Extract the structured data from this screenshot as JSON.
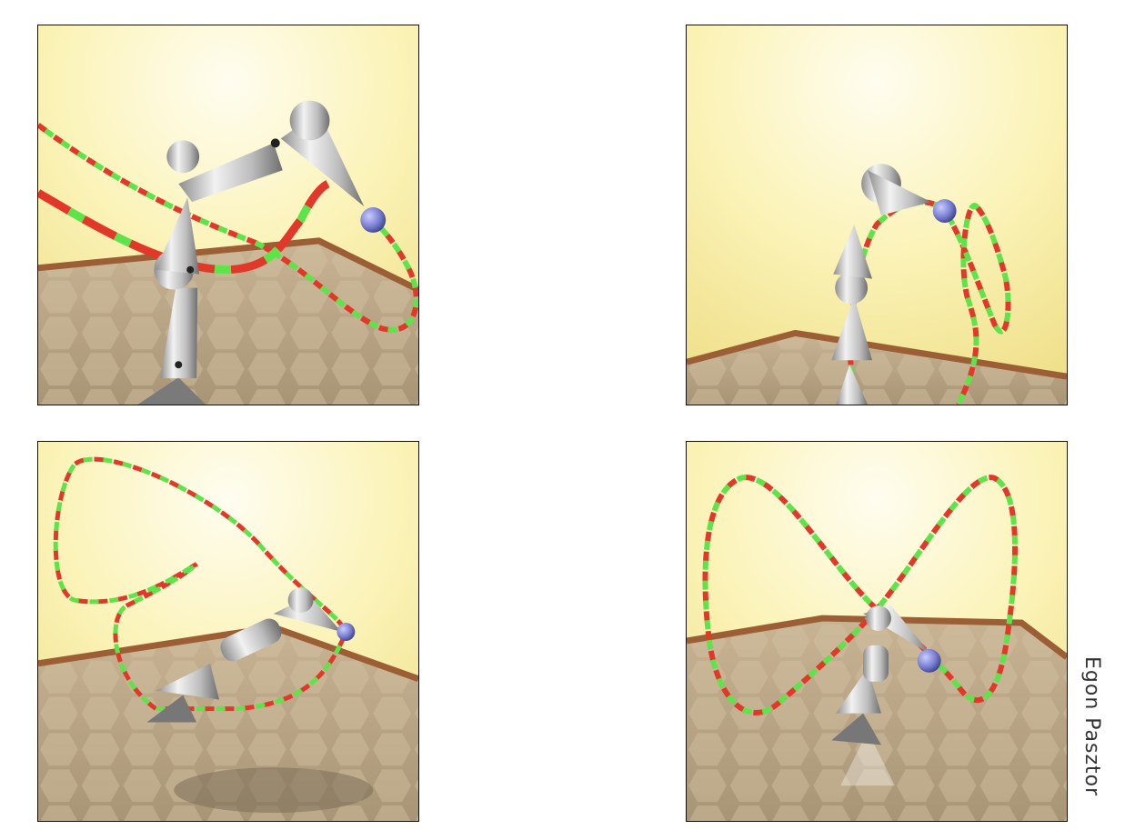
{
  "panels": [
    {
      "id": "render-top-left"
    },
    {
      "id": "render-top-right"
    },
    {
      "id": "render-bottom-left"
    },
    {
      "id": "render-bottom-right"
    }
  ],
  "credit": "Egon Pasztor",
  "colors": {
    "wall_light": "#fffbe0",
    "wall_mid": "#f6eea0",
    "floor": "#b9a585",
    "baseboard": "#9b5e35",
    "track_red": "#e1382a",
    "track_green": "#5fe34a",
    "robot_metal": "#c9c9c9",
    "effector_ball": "#7a7fd1"
  }
}
